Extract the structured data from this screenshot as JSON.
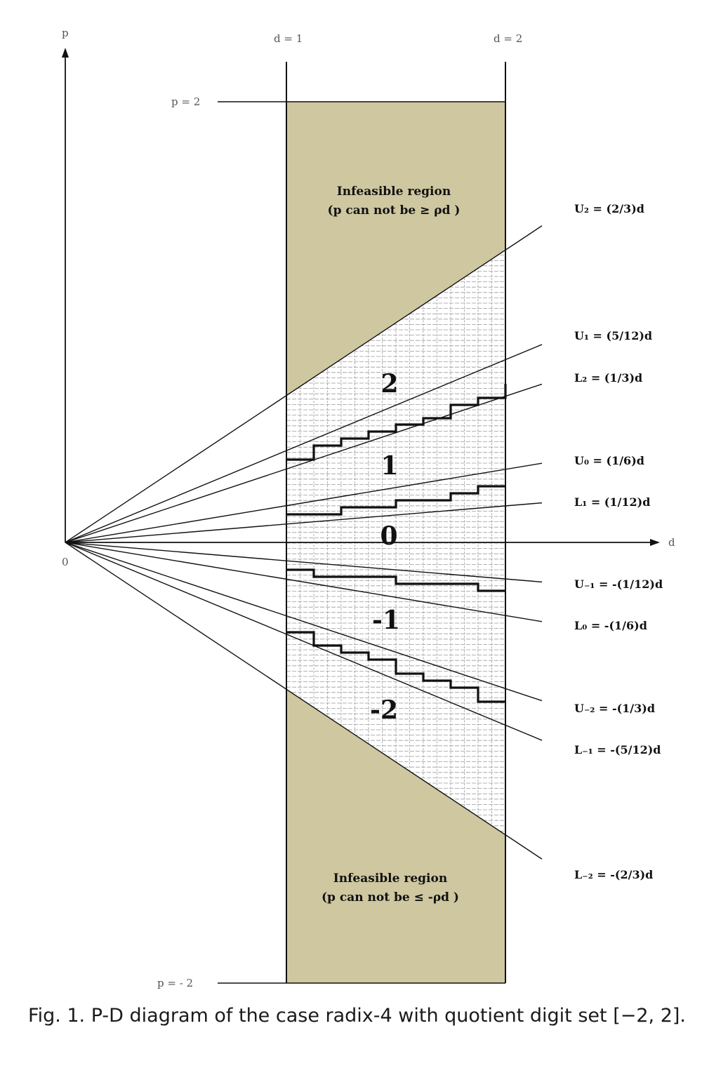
{
  "axes": {
    "y_label": "p",
    "x_label": "d",
    "origin_label": "0",
    "d1_label": "d = 1",
    "d2_label": "d = 2",
    "p_top_label": "p = 2",
    "p_bottom_label": "p = - 2"
  },
  "regions": {
    "top_title": "Infeasible region",
    "top_sub": "(p can not be ≥ ρd )",
    "bottom_title": "Infeasible region",
    "bottom_sub": "(p can not be ≤ -ρd )"
  },
  "lines": [
    {
      "id": "U2",
      "label": "U₂ = (2/3)d",
      "slope": 0.6667
    },
    {
      "id": "U1",
      "label": "U₁ = (5/12)d",
      "slope": 0.4167
    },
    {
      "id": "L2",
      "label": "L₂ = (1/3)d",
      "slope": 0.3333
    },
    {
      "id": "U0",
      "label": "U₀ = (1/6)d",
      "slope": 0.1667
    },
    {
      "id": "L1",
      "label": "L₁ = (1/12)d",
      "slope": 0.0833
    },
    {
      "id": "U-1",
      "label": "U₋₁ = -(1/12)d",
      "slope": -0.0833
    },
    {
      "id": "L0",
      "label": "L₀ = -(1/6)d",
      "slope": -0.1667
    },
    {
      "id": "U-2",
      "label": "U₋₂ = -(1/3)d",
      "slope": -0.3333
    },
    {
      "id": "L-1",
      "label": "L₋₁ = -(5/12)d",
      "slope": -0.4167
    },
    {
      "id": "L-2",
      "label": "L₋₂ = -(2/3)d",
      "slope": -0.6667
    }
  ],
  "digits": {
    "d2": "2",
    "d1": "1",
    "d0": "0",
    "dm1": "-1",
    "dm2": "-2"
  },
  "colors": {
    "infeasible": "#cec7a0",
    "line": "#111111",
    "grid": "#9a9a9a"
  },
  "caption": "Fig. 1. P-D diagram of the case radix-4 with quotient digit set [−2, 2]."
}
